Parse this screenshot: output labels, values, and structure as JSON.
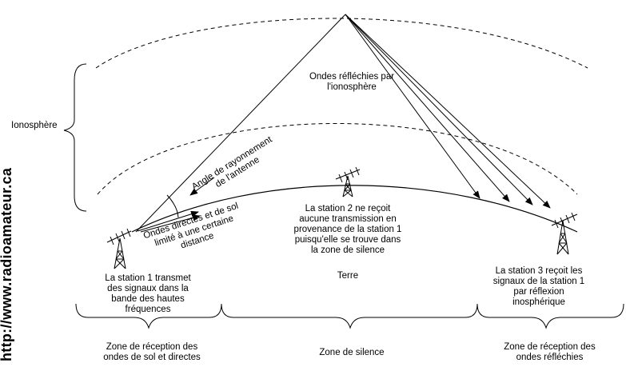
{
  "site_url": "http://www.radioamateur.ca",
  "layer_label": "Ionosphère",
  "reflected_waves_label": [
    "Ondes réfléchies par",
    "l'ionosphère"
  ],
  "antenna_angle_label": [
    "Angle de rayonnement",
    "de l'antenne"
  ],
  "ground_waves_label": [
    "Ondes directes et de sol",
    "limité à une certaine",
    "distance"
  ],
  "station1_text": [
    "La station 1 transmet",
    "des signaux dans la",
    "bande des hautes",
    "fréquences"
  ],
  "station2_text": [
    "La station 2 ne reçoit",
    "aucune transmission en",
    "provenance de la station 1",
    "puisqu'elle se trouve dans",
    "la zone de silence"
  ],
  "earth_label": "Terre",
  "station3_text": [
    "La station 3 reçoit les",
    "signaux de la station 1",
    "par réflexion",
    "inosphérique"
  ],
  "zones": [
    [
      "Zone de réception des",
      "ondes de sol et directes"
    ],
    [
      "Zone de silence"
    ],
    [
      "Zone de réception des",
      "ondes réfléchies"
    ]
  ]
}
